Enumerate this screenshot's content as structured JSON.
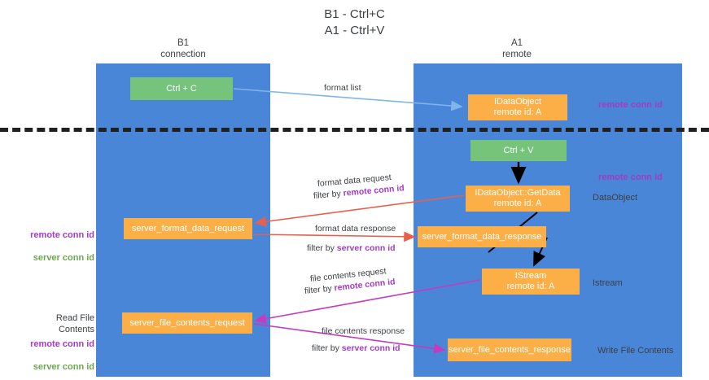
{
  "title": "B1 - Ctrl+C\nA1 - Ctrl+V",
  "lanes": {
    "left": {
      "label": "B1\nconnection"
    },
    "right": {
      "label": "A1\nremote"
    }
  },
  "nodes": {
    "ctrl_c": "Ctrl + C",
    "idataobject": "IDataObject\nremote id: A",
    "ctrl_v": "Ctrl + V",
    "getdata": "IDataObject::GetData\nremote id: A",
    "server_format_data_request": "server_format_data_request",
    "server_format_data_response": "server_format_data_response",
    "istream": "IStream\nremote id: A",
    "server_file_contents_request": "server_file_contents_request",
    "server_file_contents_response": "server_file_contents_response"
  },
  "edges": {
    "format_list": "format list",
    "format_data_request": "format data request",
    "format_data_request_filter_prefix": "filter by ",
    "format_data_request_filter_value": "remote conn id",
    "format_data_response": "format data response",
    "format_data_response_filter_prefix": "filter by ",
    "format_data_response_filter_value": "server conn id",
    "file_contents_request": "file contents request",
    "file_contents_request_filter_prefix": "filter by ",
    "file_contents_request_filter_value": "remote conn id",
    "file_contents_response": "file contents response",
    "file_contents_response_filter_prefix": "filter by ",
    "file_contents_response_filter_value": "server conn id"
  },
  "annotations": {
    "remote_conn_id_top": "remote conn id",
    "remote_conn_id_mid": "remote conn id",
    "dataobject": "DataObject",
    "istream": "Istream",
    "write_file_contents": "Write File Contents",
    "read_file_contents": "Read File Contents",
    "left_remote_conn_id": "remote conn id",
    "left_server_conn_id": "server conn id",
    "left_bottom_remote_conn_id": "remote conn id",
    "left_bottom_server_conn_id": "server conn id"
  },
  "colors": {
    "lane": "#4a86d8",
    "node_orange": "#fbaf46",
    "node_green": "#76c47c",
    "purple": "#a23bc4",
    "green_text": "#6aa84f",
    "arrow_red": "#e8604c",
    "arrow_blue": "#7fb6e8",
    "arrow_magenta": "#c43bbf",
    "arrow_black": "#000000"
  }
}
